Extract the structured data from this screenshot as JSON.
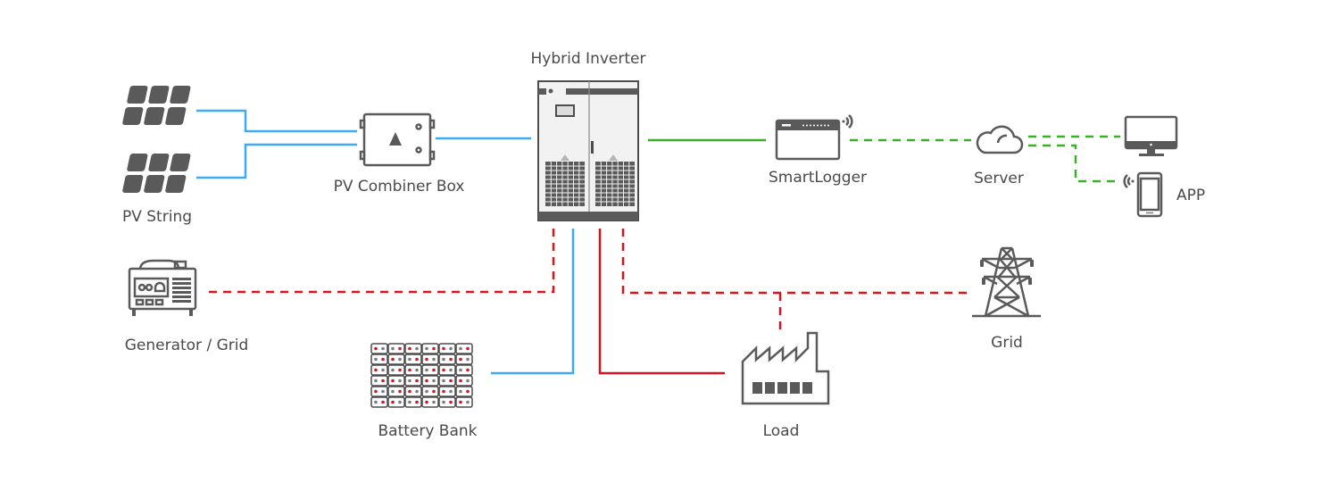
{
  "labels": {
    "pv_string": "PV String",
    "combiner": "PV Combiner Box",
    "inverter": "Hybrid Inverter",
    "smartlogger": "SmartLogger",
    "server": "Server",
    "app": "APP",
    "generator": "Generator / Grid",
    "battery": "Battery Bank",
    "load": "Load",
    "grid": "Grid"
  },
  "colors": {
    "dc_line": "#3fa9f5",
    "comm_line": "#3dae2b",
    "ac_line": "#d7141f",
    "icon": "#5a5a5a"
  },
  "connections": [
    {
      "from": "PV String",
      "to": "PV Combiner Box",
      "type": "dc",
      "style": "solid"
    },
    {
      "from": "PV Combiner Box",
      "to": "Hybrid Inverter",
      "type": "dc",
      "style": "solid"
    },
    {
      "from": "Hybrid Inverter",
      "to": "SmartLogger",
      "type": "comm",
      "style": "solid"
    },
    {
      "from": "SmartLogger",
      "to": "Server",
      "type": "comm",
      "style": "dashed"
    },
    {
      "from": "Server",
      "to": "Monitor",
      "type": "comm",
      "style": "dashed"
    },
    {
      "from": "Server",
      "to": "APP",
      "type": "comm",
      "style": "dashed"
    },
    {
      "from": "Hybrid Inverter",
      "to": "Generator / Grid",
      "type": "ac",
      "style": "dashed"
    },
    {
      "from": "Hybrid Inverter",
      "to": "Battery Bank",
      "type": "dc",
      "style": "solid"
    },
    {
      "from": "Hybrid Inverter",
      "to": "Load",
      "type": "ac",
      "style": "solid"
    },
    {
      "from": "Hybrid Inverter",
      "to": "Grid",
      "type": "ac",
      "style": "dashed"
    },
    {
      "from": "Grid line",
      "to": "Load",
      "type": "ac",
      "style": "dashed"
    }
  ]
}
